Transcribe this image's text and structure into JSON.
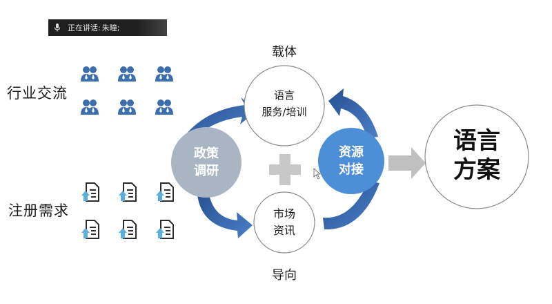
{
  "speaker_bar": {
    "prefix": "正在讲话:",
    "name": "朱瞳;"
  },
  "left_labels": {
    "industry_exchange": "行业交流",
    "registration_demand": "注册需求"
  },
  "diagram": {
    "top_caption": "载体",
    "bottom_caption": "导向",
    "top_node": {
      "line1": "语言",
      "line2": "服务/培训"
    },
    "left_node": {
      "line1": "政策",
      "line2": "调研"
    },
    "right_node": {
      "line1": "资源",
      "line2": "对接"
    },
    "bottom_node": {
      "line1": "市场",
      "line2": "资讯"
    },
    "result_node": {
      "line1": "语言",
      "line2": "方案"
    }
  },
  "icons": {
    "people": [
      "people-group-icon",
      "people-group-icon",
      "people-group-icon",
      "people-group-icon",
      "people-group-icon",
      "people-group-icon"
    ],
    "documents": [
      "upload-document-icon",
      "upload-document-icon",
      "upload-document-icon",
      "upload-document-icon",
      "upload-document-icon",
      "upload-document-icon"
    ]
  },
  "colors": {
    "people_icon": "#3d6fae",
    "doc_icon": "#5aaee0",
    "arrow_blue": "#2f5aa0",
    "policy_node": "#aab5c3",
    "resource_node": "#4d8fd6",
    "plus_gray": "#c8c8c8",
    "right_arrow_gray": "#c0c0c0"
  }
}
